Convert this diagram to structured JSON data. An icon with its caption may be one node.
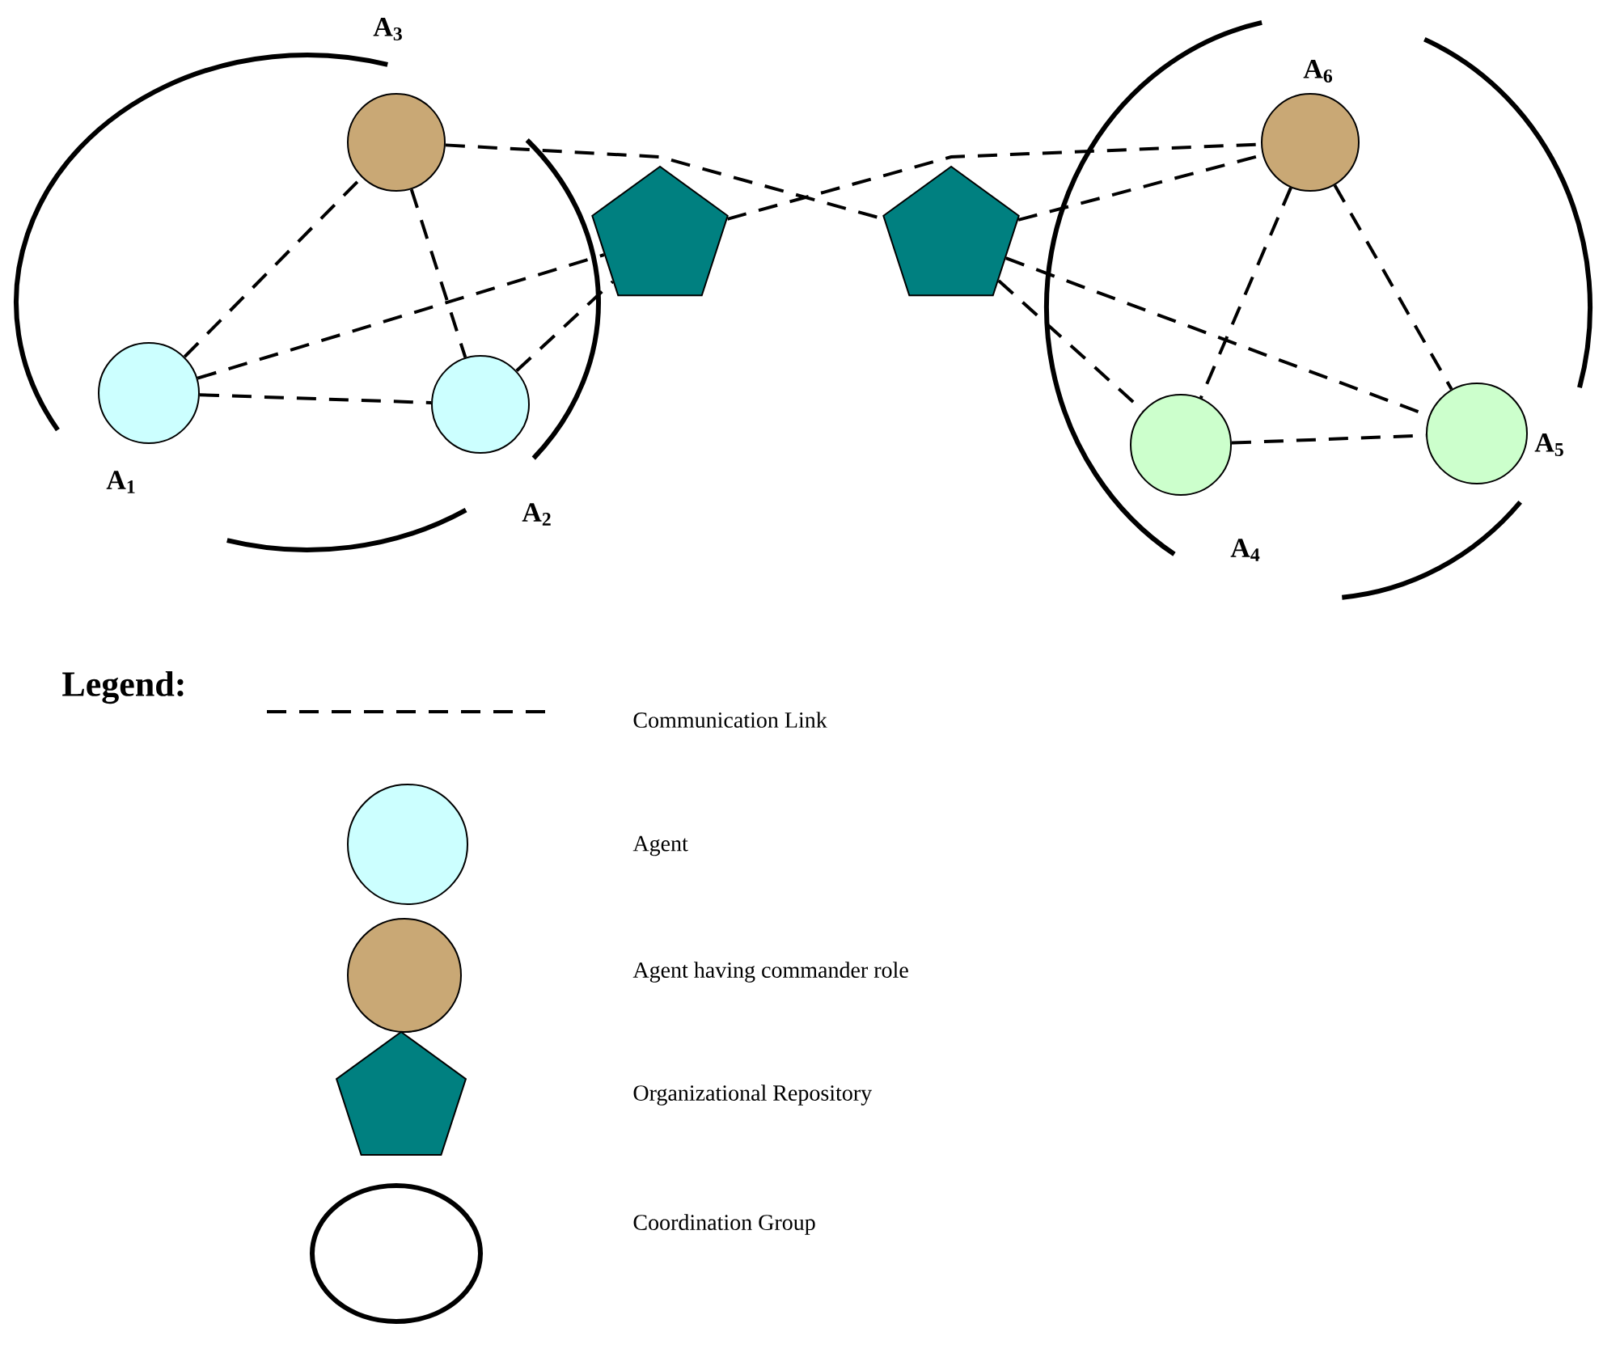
{
  "diagram": {
    "nodes": [
      {
        "text": [],
        "shape": "ellipse"
      },
      {
        "text": [],
        "shape": "circle",
        "beside": [
          "A$_{3}$"
        ],
        "in": 0
      },
      {
        "text": [],
        "shape": "circle",
        "beside": [
          "A$_{1}$"
        ],
        "in": 0
      },
      {
        "text": [],
        "shape": "circle",
        "beside": [
          "A$_{2}$"
        ],
        "in": 0
      },
      {
        "text": [],
        "shape": "pentagon"
      },
      {
        "text": [],
        "shape": "pentagon"
      },
      {
        "text": [],
        "shape": "ellipse"
      },
      {
        "text": [],
        "shape": "circle",
        "beside": [
          "A$_{6}$"
        ],
        "in": 6
      },
      {
        "text": [],
        "shape": "circle",
        "beside": [
          "A$_{4}$"
        ],
        "in": 6
      },
      {
        "text": [],
        "shape": "circle",
        "beside": [
          "A$_{5}$"
        ],
        "in": 6
      }
    ],
    "edges": [
      {
        "from": 2,
        "to": 1,
        "arrow": "none",
        "style": "dashed"
      },
      {
        "from": 2,
        "to": 3,
        "arrow": "none",
        "style": "dashed"
      },
      {
        "from": 1,
        "to": 3,
        "arrow": "none",
        "style": "dashed"
      },
      {
        "from": 2,
        "to": 4,
        "arrow": "none",
        "style": "dashed"
      },
      {
        "from": 3,
        "to": 4,
        "arrow": "none",
        "style": "dashed"
      },
      {
        "from": 1,
        "to": 5,
        "arrow": "none",
        "style": "dashed"
      },
      {
        "from": 4,
        "to": 7,
        "arrow": "none",
        "style": "dashed"
      },
      {
        "from": 5,
        "to": 7,
        "arrow": "none",
        "style": "dashed"
      },
      {
        "from": 5,
        "to": 9,
        "arrow": "none",
        "style": "dashed"
      },
      {
        "from": 5,
        "to": 8,
        "arrow": "none",
        "style": "dashed"
      },
      {
        "from": 7,
        "to": 8,
        "arrow": "none",
        "style": "dashed"
      },
      {
        "from": 7,
        "to": 9,
        "arrow": "none",
        "style": "dashed"
      },
      {
        "from": 8,
        "to": 9,
        "arrow": "none",
        "style": "dashed"
      }
    ],
    "labels": [
      "Legend:"
    ],
    "legend": [
      {
        "text": "Communication Link"
      },
      {
        "text": "Agent"
      },
      {
        "text": "Agent having commander  role"
      },
      {
        "text": "Organizational Repository"
      },
      {
        "text": "Coordination Group"
      }
    ]
  }
}
